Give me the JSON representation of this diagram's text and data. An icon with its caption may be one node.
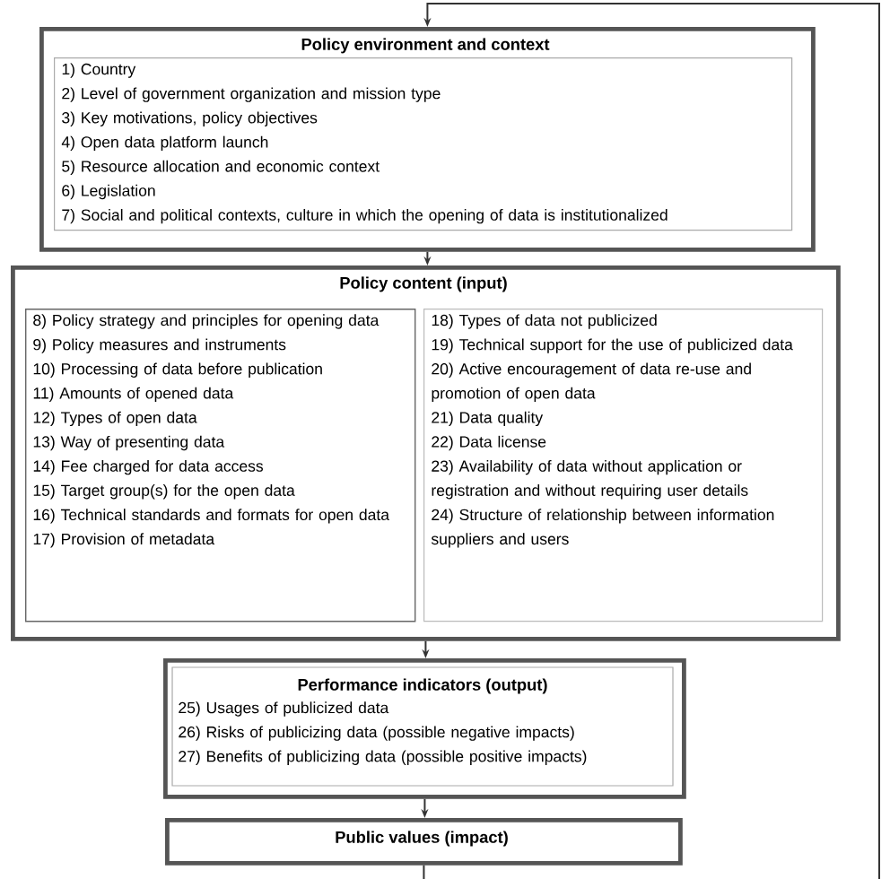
{
  "diagram": {
    "nodes": [
      {
        "text": [
          "Policy environment and context"
        ]
      },
      {
        "text": [
          "1) Country",
          "2) Level of government organization and mission type",
          "3) Key motivations, policy objectives",
          "4) Open data platform launch",
          "5) Resource allocation and economic context",
          "6) Legislation",
          "7) Social and political contexts, culture in which the opening of data is institutionalized"
        ],
        "in": 0
      },
      {
        "text": [
          "Policy content (input)"
        ]
      },
      {
        "text": [
          "8) Policy strategy and principles for opening data",
          "9) Policy measures and instruments",
          "10) Processing of data before publication",
          "11) Amounts of opened data",
          "12) Types of open data",
          "13) Way of presenting data",
          "14) Fee charged for data access",
          "15) Target group(s) for the open data",
          "16) Technical standards and formats for open data",
          "17) Provision of metadata"
        ],
        "in": 2
      },
      {
        "text": [
          "18) Types of data not publicized",
          "19) Technical support for the use of publicized data",
          "20) Active encouragement of data re-use and promotion of open data",
          "21) Data quality",
          "22) Data license",
          "23) Availability of data without application or registration and without requiring user details",
          "24) Structure of relationship between information suppliers and users"
        ],
        "in": 2
      },
      {
        "text": [
          "Performance indicators (output)",
          "25) Usages of publicized data",
          "26) Risks of publicizing data (possible negative impacts)",
          "27) Benefits of publicizing data (possible positive impacts)"
        ]
      },
      {
        "text": [
          "Public values (impact)"
        ]
      }
    ],
    "edges": [
      {
        "from": 0,
        "to": 2,
        "arrow": "to"
      },
      {
        "from": 2,
        "to": 5,
        "arrow": "to"
      },
      {
        "from": 5,
        "to": 6,
        "arrow": "to"
      },
      {
        "from": 6,
        "to": 0,
        "arrow": "to"
      }
    ]
  }
}
